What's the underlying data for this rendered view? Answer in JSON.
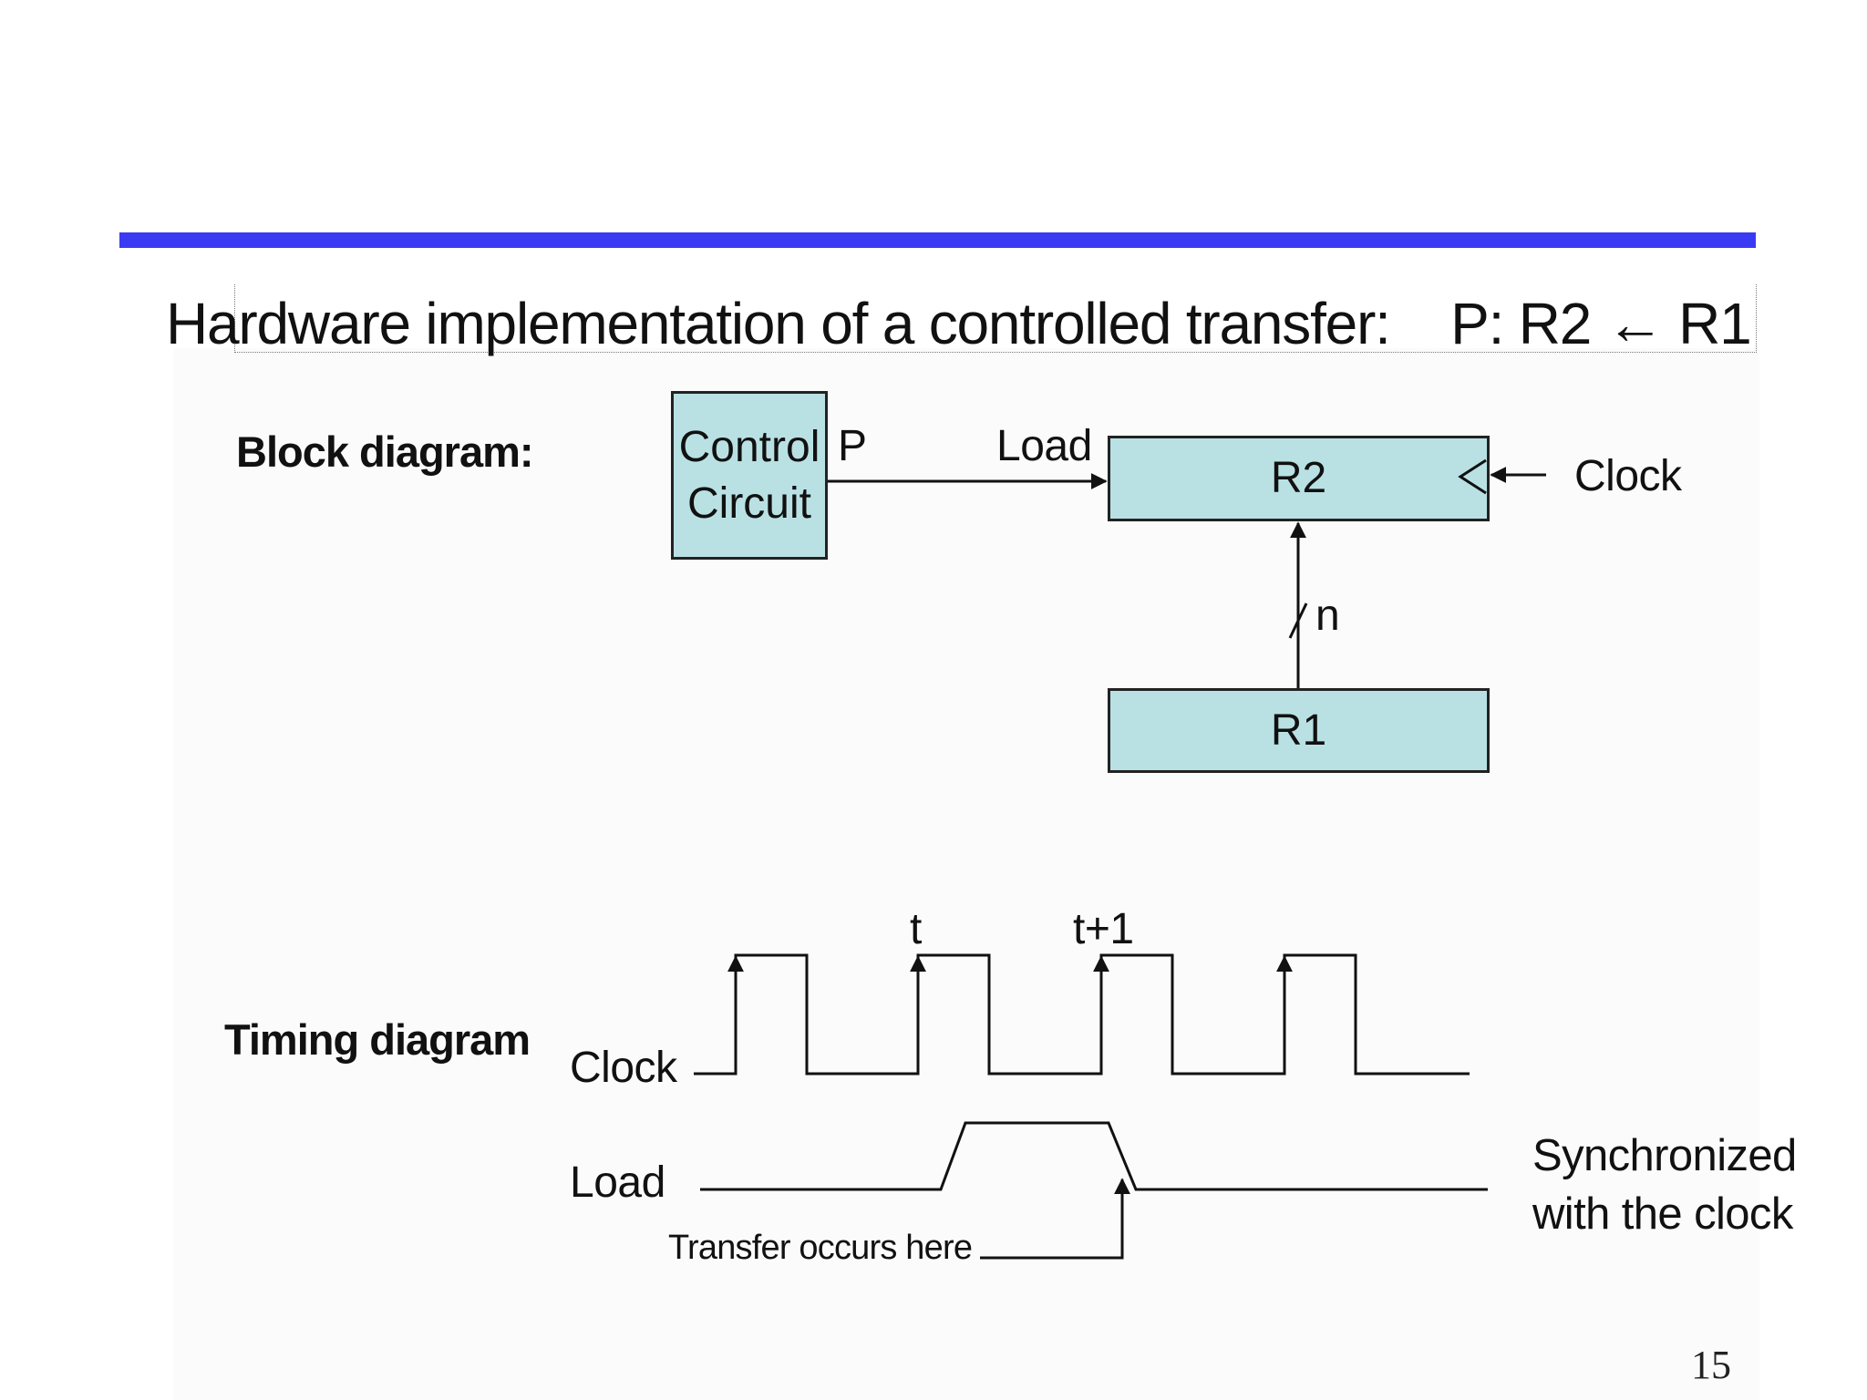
{
  "slide": {
    "title": "Hardware implementation of a controlled transfer:    P: R2 ← R1",
    "page_number": "15"
  },
  "block_diagram": {
    "heading": "Block diagram:",
    "control_box": {
      "line1": "Control",
      "line2": "Circuit"
    },
    "p_label": "P",
    "load_label": "Load",
    "r2_label": "R2",
    "clock_label": "Clock",
    "n_label": "n",
    "r1_label": "R1",
    "register_fill": "#b9e1e4"
  },
  "timing_diagram": {
    "heading": "Timing diagram",
    "clock_label": "Clock",
    "load_label": "Load",
    "t_label": "t",
    "t1_label": "t+1",
    "transfer_note": "Transfer occurs here",
    "sync_line1": "Synchronized",
    "sync_line2": "with the clock"
  },
  "colors": {
    "rule": "#3a3af2",
    "line": "#111111"
  }
}
